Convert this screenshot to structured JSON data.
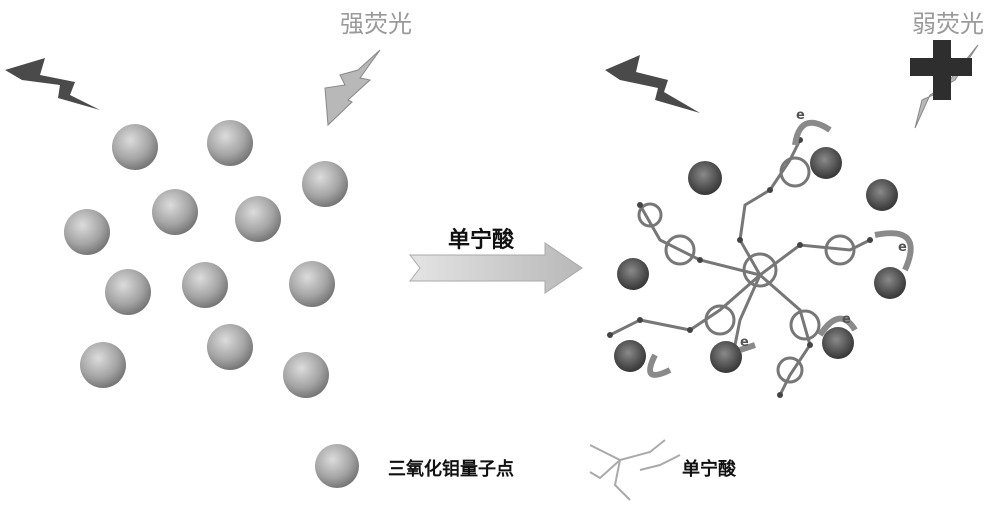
{
  "left_panel": {
    "label": "强荧光"
  },
  "right_panel": {
    "label": "弱荧光",
    "electron_labels": [
      "e",
      "e",
      "e",
      "e"
    ]
  },
  "reaction_arrow": {
    "label": "单宁酸"
  },
  "legend": {
    "items": [
      {
        "label": "三氧化钼量子点",
        "icon": "sphere"
      },
      {
        "label": "单宁酸",
        "icon": "molecule"
      }
    ]
  },
  "colors": {
    "sphere_light": "#a8a8a8",
    "sphere_dark": "#555555",
    "bolt_dark": "#4a4a4a",
    "bolt_light": "#b8b8b8",
    "cross": "#2e2e2e",
    "arrow": "#c8c8c8"
  }
}
